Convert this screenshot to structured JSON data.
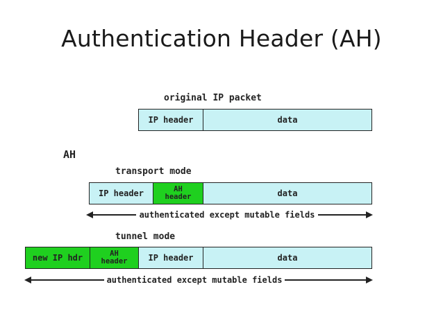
{
  "title": "Authentication Header (AH)",
  "labels": {
    "original": "original IP packet",
    "ah": "AH",
    "transport": "transport mode",
    "tunnel": "tunnel mode"
  },
  "original_packet": {
    "ip_header": "IP header",
    "data": "data"
  },
  "transport_packet": {
    "ip_header": "IP header",
    "ah_header": "AH\nheader",
    "data": "data"
  },
  "tunnel_packet": {
    "new_ip_hdr": "new IP hdr",
    "ah_header": "AH\nheader",
    "ip_header": "IP header",
    "data": "data"
  },
  "arrows": {
    "transport": "authenticated except mutable fields",
    "tunnel": "authenticated except mutable fields"
  },
  "colors": {
    "cyan": "#c8f2f5",
    "green": "#1fd01f"
  }
}
